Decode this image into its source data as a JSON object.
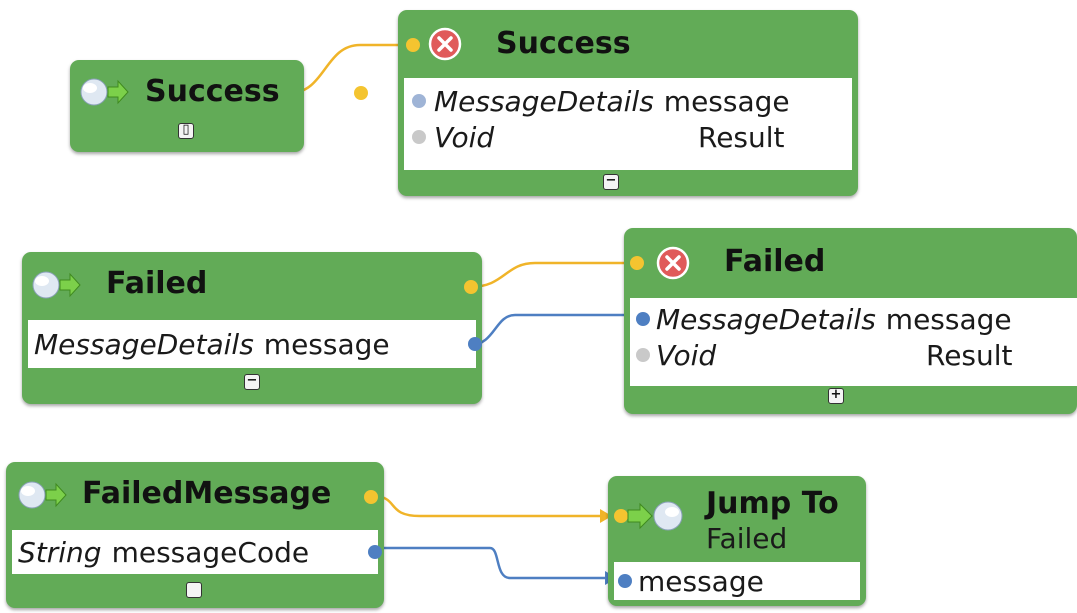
{
  "colors": {
    "node_green": "#62ab57",
    "flow_wire": "#f0b429",
    "data_wire": "#4e7fc2",
    "error_icon": "#e05a5a"
  },
  "nodes": {
    "success_event": {
      "title": "Success",
      "icon": "event-start-icon",
      "toggle": "▯"
    },
    "success_end": {
      "title": "Success",
      "icon": "error-end-icon",
      "params": [
        {
          "type": "MessageDetails",
          "name": "message"
        },
        {
          "type": "Void",
          "name": "Result"
        }
      ],
      "toggle": "−"
    },
    "failed_event": {
      "title": "Failed",
      "icon": "event-start-icon",
      "params": [
        {
          "type": "MessageDetails",
          "name": "message"
        }
      ],
      "toggle": "−"
    },
    "failed_end": {
      "title": "Failed",
      "icon": "error-end-icon",
      "params": [
        {
          "type": "MessageDetails",
          "name": "message"
        },
        {
          "type": "Void",
          "name": "Result"
        }
      ],
      "toggle": "+"
    },
    "failedmessage_event": {
      "title": "FailedMessage",
      "icon": "event-start-icon",
      "params": [
        {
          "type": "String",
          "name": "messageCode"
        }
      ],
      "toggle": ""
    },
    "jump_to": {
      "title": "Jump To",
      "subtitle": "Failed",
      "icon": "jump-to-icon",
      "params": [
        {
          "name": "message"
        }
      ]
    }
  }
}
